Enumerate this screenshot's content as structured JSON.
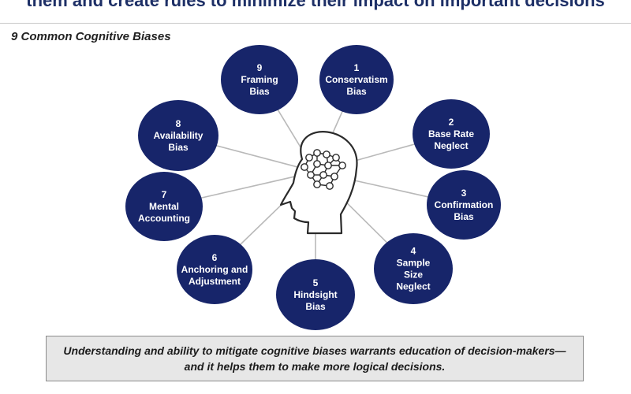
{
  "banner": {
    "title": "them and create rules to minimize their impact on important decisions"
  },
  "diagram": {
    "subtitle": "9 Common Cognitive Biases",
    "center_icon": "head-brain-icon",
    "colors": {
      "circle_fill": "#17256a",
      "connector": "#b9b9b9",
      "label": "#ffffff"
    },
    "biases": [
      {
        "number": "1",
        "lines": [
          "Conservatism",
          "Bias"
        ]
      },
      {
        "number": "2",
        "lines": [
          "Base Rate",
          "Neglect"
        ]
      },
      {
        "number": "3",
        "lines": [
          "Confirmation",
          "Bias"
        ]
      },
      {
        "number": "4",
        "lines": [
          "Sample",
          "Size",
          "Neglect"
        ]
      },
      {
        "number": "5",
        "lines": [
          "Hindsight",
          "Bias"
        ]
      },
      {
        "number": "6",
        "lines": [
          "Anchoring and",
          "Adjustment"
        ]
      },
      {
        "number": "7",
        "lines": [
          "Mental",
          "Accounting"
        ]
      },
      {
        "number": "8",
        "lines": [
          "Availability",
          "Bias"
        ]
      },
      {
        "number": "9",
        "lines": [
          "Framing",
          "Bias"
        ]
      }
    ]
  },
  "callout": {
    "text": "Understanding and ability to mitigate cognitive biases warrants education of decision-makers—and it helps them to make more logical decisions."
  }
}
